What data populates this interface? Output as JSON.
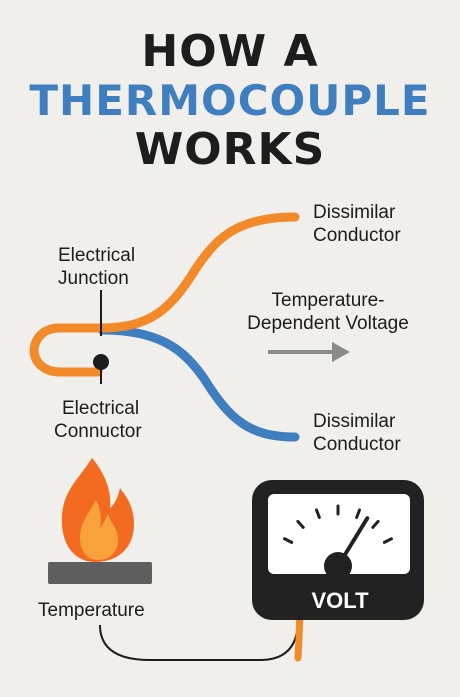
{
  "title": {
    "line1": "HOW A",
    "line2": "THERMOCOUPLE",
    "line3": "WORKS"
  },
  "labels": {
    "top_conductor": [
      "Dissimilar",
      "Conductor"
    ],
    "bottom_conductor": [
      "Dissimilar",
      "Conductor"
    ],
    "junction": [
      "Electrical",
      "Junction"
    ],
    "connector": [
      "Electrical",
      "Connuctor"
    ],
    "voltage": [
      "Temperature-",
      "Dependent Voltage"
    ],
    "temperature": "Temperature",
    "meter": "VOLT"
  },
  "colors": {
    "title_dark": "#1d1d1d",
    "title_accent": "#3f7fc0",
    "wire_orange": "#f28a2a",
    "wire_blue": "#3f7fc0",
    "arrow_gray": "#8a8a8a",
    "meter_body": "#222222",
    "flame_outer": "#f26b21",
    "flame_inner": "#f7a23a",
    "burner": "#5f5f5f"
  },
  "icons": {
    "heat_source": "flame-icon",
    "meter": "voltmeter-icon",
    "direction": "arrow-right-icon"
  },
  "meter_needle_fraction": 0.75
}
